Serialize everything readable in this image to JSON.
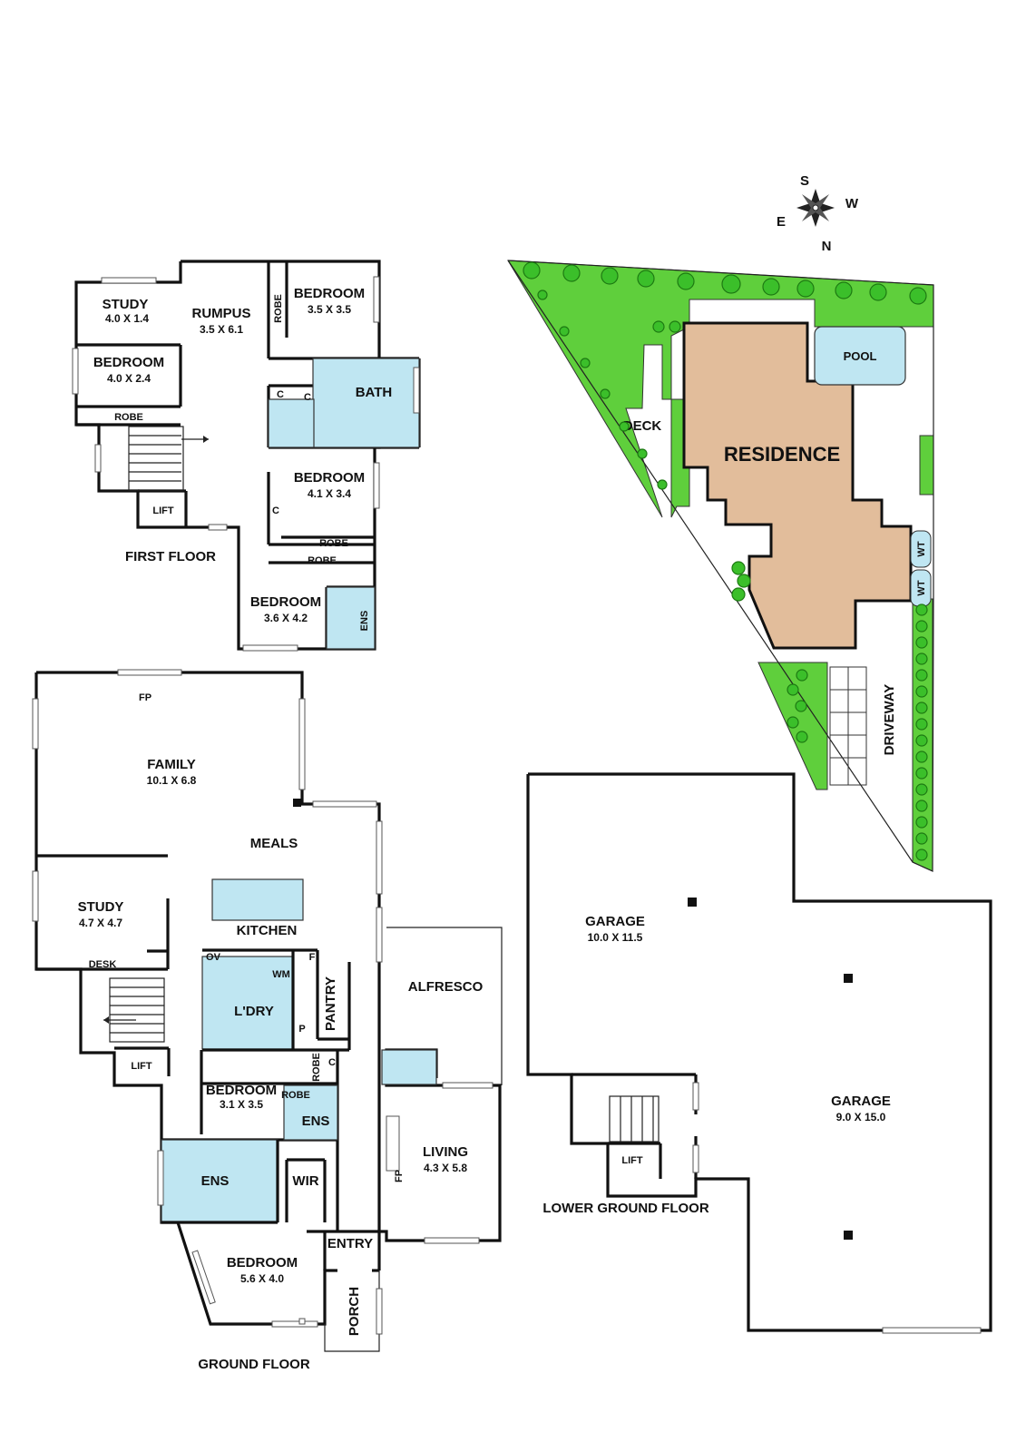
{
  "compass": {
    "s": "S",
    "w": "W",
    "e": "E",
    "n": "N"
  },
  "first_floor": {
    "label": "FIRST FLOOR",
    "study": {
      "name": "STUDY",
      "size": "4.0 X 1.4"
    },
    "rumpus": {
      "name": "RUMPUS",
      "size": "3.5 X 6.1"
    },
    "robe_a": "ROBE",
    "bedroom_a": {
      "name": "BEDROOM",
      "size": "3.5 X 3.5"
    },
    "bedroom_b": {
      "name": "BEDROOM",
      "size": "4.0 X 2.4"
    },
    "robe_b": "ROBE",
    "bath": "BATH",
    "c1": "C",
    "c2": "C",
    "c3": "C",
    "bedroom_c": {
      "name": "BEDROOM",
      "size": "4.1 X 3.4"
    },
    "lift": "LIFT",
    "robe_c": "ROBE",
    "robe_d": "ROBE",
    "bedroom_d": {
      "name": "BEDROOM",
      "size": "3.6 X 4.2"
    },
    "ens": "ENS"
  },
  "ground_floor": {
    "label": "GROUND FLOOR",
    "fp_top": "FP",
    "family": {
      "name": "FAMILY",
      "size": "10.1 X 6.8"
    },
    "meals": "MEALS",
    "study": {
      "name": "STUDY",
      "size": "4.7 X 4.7"
    },
    "kitchen": "KITCHEN",
    "ov": "OV",
    "f": "F",
    "wm": "WM",
    "p": "P",
    "desk": "DESK",
    "laundry": "L'DRY",
    "pantry": "PANTRY",
    "alfresco": "ALFRESCO",
    "lift": "LIFT",
    "robe_small": "ROBE",
    "c": "C",
    "robe_v": "ROBE",
    "bedroom_a": {
      "name": "BEDROOM",
      "size": "3.1 X 3.5"
    },
    "ens_a": "ENS",
    "living": {
      "name": "LIVING",
      "size": "4.3 X 5.8"
    },
    "fp_living": "FP",
    "ens_b": "ENS",
    "wir": "WIR",
    "entry": "ENTRY",
    "bedroom_b": {
      "name": "BEDROOM",
      "size": "5.6 X 4.0"
    },
    "porch": "PORCH"
  },
  "site": {
    "pool": "POOL",
    "deck": "DECK",
    "residence": "RESIDENCE",
    "wt1": "WT",
    "wt2": "WT",
    "driveway": "DRIVEWAY",
    "colors": {
      "lawn": "#5fcf3c",
      "residence": "#e2bd9b",
      "pool": "#bfe6f2"
    }
  },
  "lower_ground": {
    "label": "LOWER GROUND FLOOR",
    "garage_a": {
      "name": "GARAGE",
      "size": "10.0 X 11.5"
    },
    "garage_b": {
      "name": "GARAGE",
      "size": "9.0 X 15.0"
    },
    "lift": "LIFT"
  }
}
